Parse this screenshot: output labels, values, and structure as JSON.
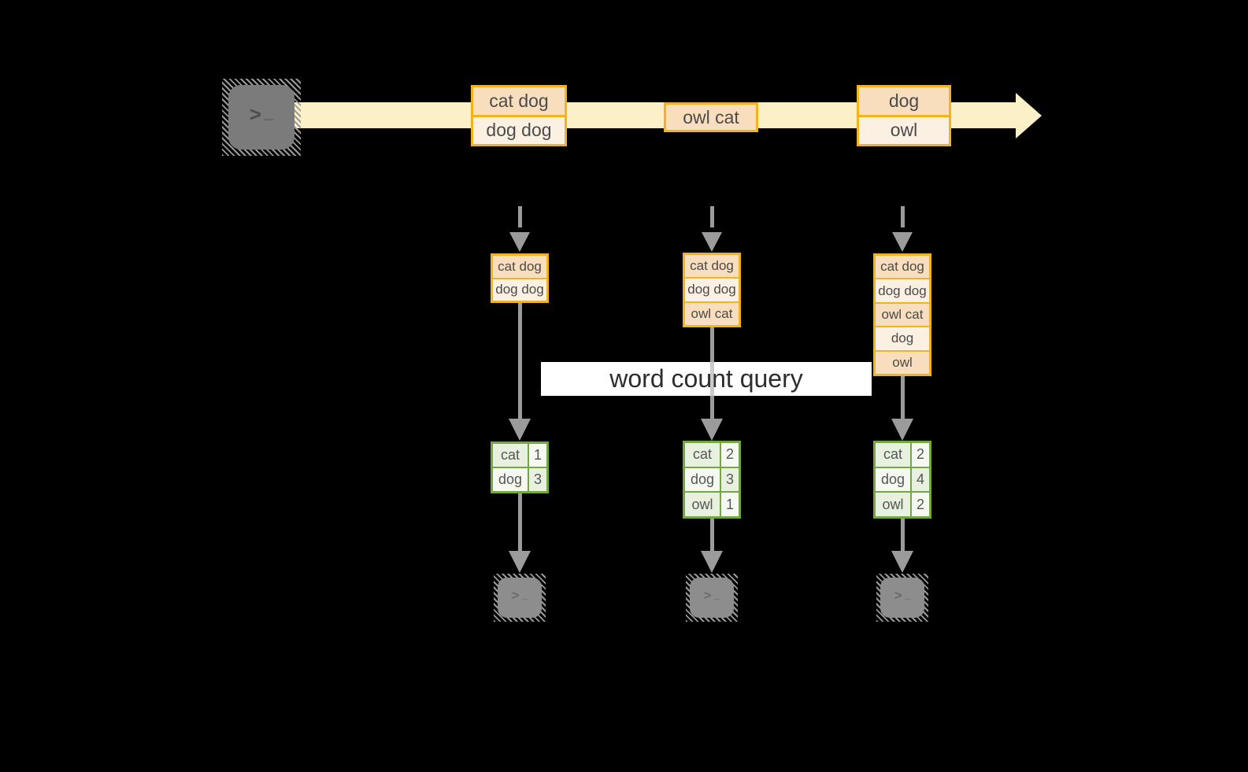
{
  "colors": {
    "orange_border": "#F3B31E",
    "fill_peach": "#F8DEBD",
    "fill_cream": "#FCF0E2",
    "band": "#FCF0C9",
    "green_border": "#72A83F",
    "green_fill_a": "#E8F0DF",
    "green_fill_b": "#F5F9F2",
    "arrow_gray": "#9B9B9B",
    "term_dark": "#7B7B7B",
    "term_light": "#8D8D8D"
  },
  "terminal": {
    "chevron": ">",
    "underscore": "_"
  },
  "query_label": "word count query",
  "timeline": {
    "batches": [
      {
        "rows": [
          "cat dog",
          "dog dog"
        ]
      },
      {
        "rows": [
          "owl cat"
        ]
      },
      {
        "rows": [
          "dog",
          "owl"
        ]
      }
    ]
  },
  "columns": [
    {
      "buffer": [
        "cat dog",
        "dog dog"
      ],
      "counts": [
        {
          "word": "cat",
          "count": "1"
        },
        {
          "word": "dog",
          "count": "3"
        }
      ]
    },
    {
      "buffer": [
        "cat dog",
        "dog dog",
        "owl cat"
      ],
      "counts": [
        {
          "word": "cat",
          "count": "2"
        },
        {
          "word": "dog",
          "count": "3"
        },
        {
          "word": "owl",
          "count": "1"
        }
      ]
    },
    {
      "buffer": [
        "cat dog",
        "dog dog",
        "owl cat",
        "dog",
        "owl"
      ],
      "counts": [
        {
          "word": "cat",
          "count": "2"
        },
        {
          "word": "dog",
          "count": "4"
        },
        {
          "word": "owl",
          "count": "2"
        }
      ]
    }
  ]
}
